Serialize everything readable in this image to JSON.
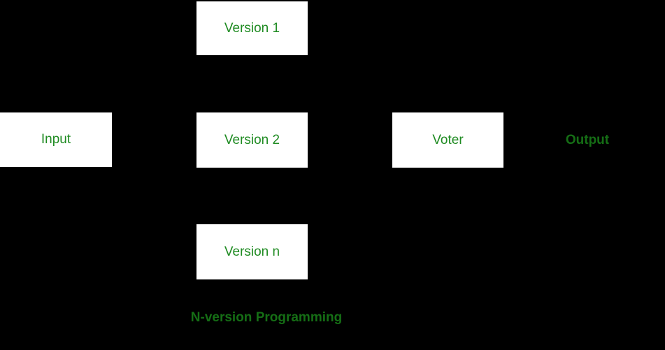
{
  "diagram": {
    "title": "N-version Programming",
    "background_color": "#000000",
    "box_background_color": "#ffffff",
    "box_label_color": "#1f8b22",
    "caption_color": "#156e15",
    "boxes": [
      {
        "id": "input",
        "label": "Input"
      },
      {
        "id": "version-1",
        "label": "Version 1"
      },
      {
        "id": "version-2",
        "label": "Version 2"
      },
      {
        "id": "version-n",
        "label": "Version n"
      },
      {
        "id": "voter",
        "label": "Voter"
      }
    ],
    "output_label": "Output"
  }
}
